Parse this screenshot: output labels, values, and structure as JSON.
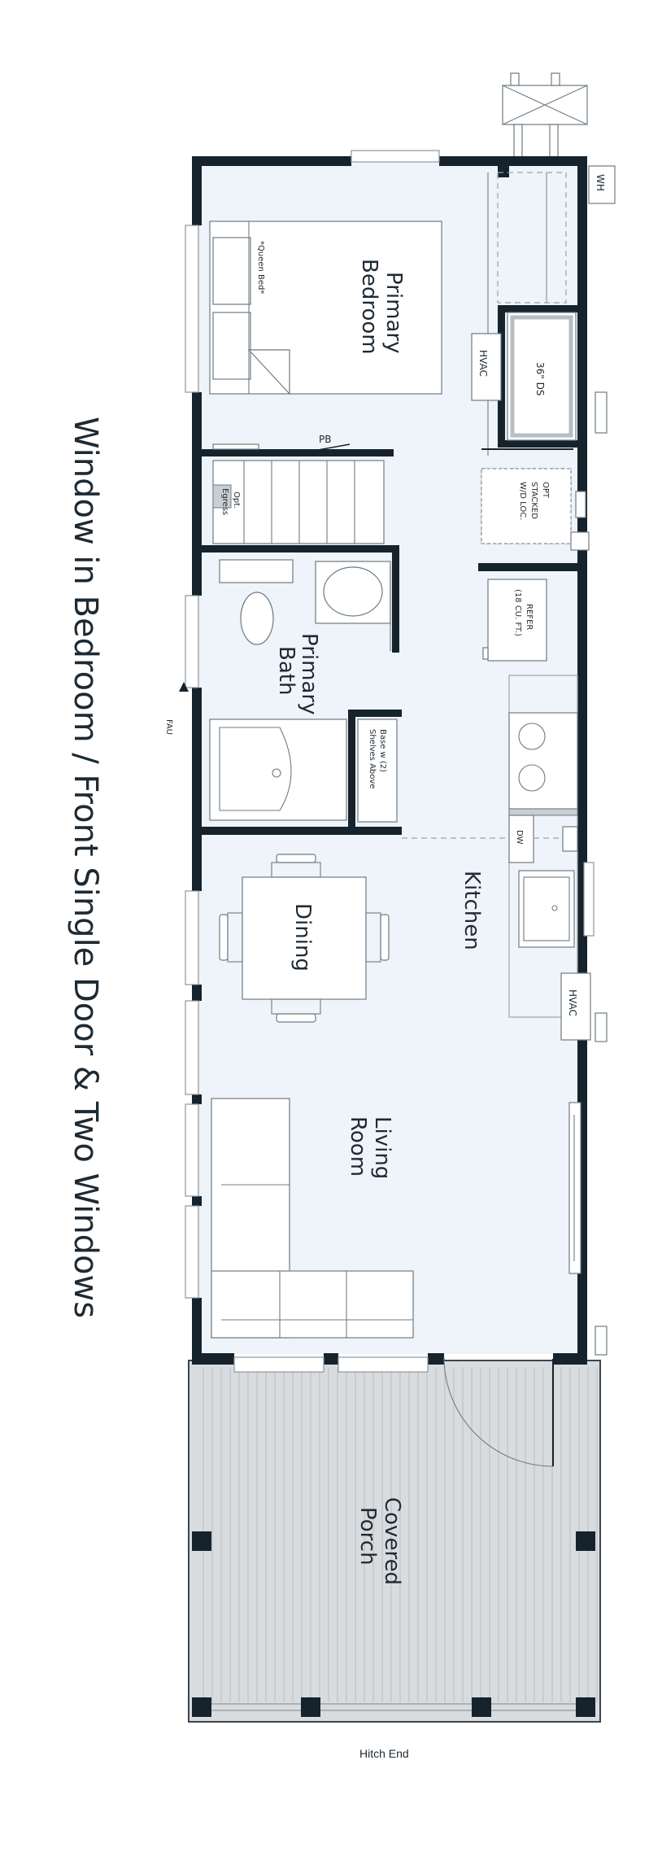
{
  "title": "Window in Bedroom / Front Single Door & Two Windows",
  "footer": "Hitch End",
  "rooms": {
    "primary_bedroom": [
      "Primary",
      "Bedroom"
    ],
    "primary_bath": [
      "Primary",
      "Bath"
    ],
    "kitchen": "Kitchen",
    "dining": "Dining",
    "living_room": [
      "Living",
      "Room"
    ],
    "covered_porch": [
      "Covered",
      "Porch"
    ]
  },
  "fixtures": {
    "queen_bed": "*Queen Bed*",
    "wh": "WH",
    "hvac_bedroom": "HVAC",
    "ds": "36\" DS",
    "pb": "PB",
    "egress": [
      "Opt.",
      "Egress"
    ],
    "washer_dryer": [
      "OPT",
      "STACKED",
      "W/D LOC."
    ],
    "refer": [
      "REFER",
      "(18 CU. FT.)"
    ],
    "fau": "FAU",
    "base_shelves": [
      "Base w (2)",
      "Shelves Above"
    ],
    "dw": "DW",
    "hvac_kitchen": "HVAC"
  },
  "colors": {
    "wall": "#16232c",
    "floor": "#eef4f9",
    "porch": "#d9dcdf",
    "text": "#1e2a33"
  }
}
